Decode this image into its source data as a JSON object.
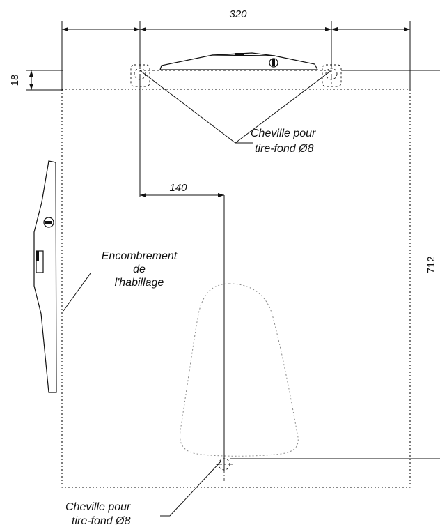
{
  "dimensions": {
    "width_top": "320",
    "offset_top": "18",
    "axis_offset": "140",
    "height_total": "712"
  },
  "labels": {
    "anchor_top_line1": "Cheville pour",
    "anchor_top_line2": "tire-fond Ø8",
    "anchor_bottom_line1": "Cheville pour",
    "anchor_bottom_line2": "tire-fond Ø8",
    "casing_line1": "Encombrement",
    "casing_line2": "de",
    "casing_line3": "l'habillage"
  }
}
